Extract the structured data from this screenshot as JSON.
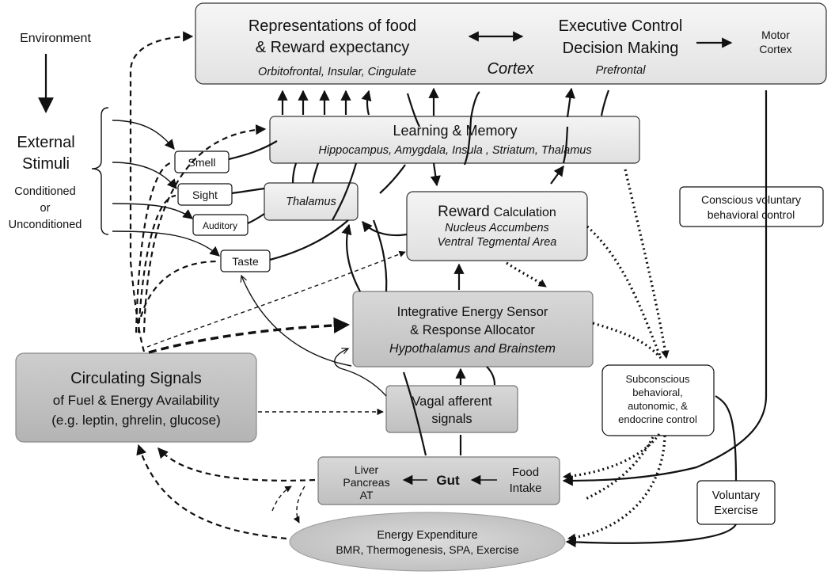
{
  "environment": "Environment",
  "external_stimuli": {
    "title_line1": "External",
    "title_line2": "Stimuli",
    "sub_line1": "Conditioned",
    "sub_line2": "or",
    "sub_line3": "Unconditioned"
  },
  "cortex": {
    "rep_line1": "Representations of food",
    "rep_line2": "& Reward expectancy",
    "rep_regions": "Orbitofrontal, Insular, Cingulate",
    "cortex_label": "Cortex",
    "exec_line1": "Executive Control",
    "exec_line2": "Decision Making",
    "exec_region": "Prefrontal",
    "motor_line1": "Motor",
    "motor_line2": "Cortex"
  },
  "learning": {
    "title": "Learning & Memory",
    "regions": "Hippocampus, Amygdala, Insula , Striatum, Thalamus"
  },
  "senses": {
    "smell": "Smell",
    "sight": "Sight",
    "auditory": "Auditory",
    "taste": "Taste"
  },
  "thalamus": "Thalamus",
  "reward": {
    "title_big": "Reward",
    "title_small": "Calculation",
    "line2": "Nucleus Accumbens",
    "line3": "Ventral Tegmental Area"
  },
  "conscious": {
    "line1": "Conscious voluntary",
    "line2": "behavioral control"
  },
  "integrative": {
    "line1": "Integrative Energy Sensor",
    "line2": "& Response Allocator",
    "line3": "Hypothalamus and Brainstem"
  },
  "circulating": {
    "line1": "Circulating Signals",
    "line2": "of Fuel & Energy Availability",
    "line3": "(e.g. leptin, ghrelin, glucose)"
  },
  "vagal": {
    "line1": "Vagal afferent",
    "line2": "signals"
  },
  "subconscious": {
    "line1": "Subconscious",
    "line2": "behavioral,",
    "line3": "autonomic, &",
    "line4": "endocrine control"
  },
  "gut": {
    "organs_line1": "Liver",
    "organs_line2": "Pancreas",
    "organs_line3": "AT",
    "gut_label": "Gut",
    "food_line1": "Food",
    "food_line2": "Intake"
  },
  "voluntary_exercise": {
    "line1": "Voluntary",
    "line2": "Exercise"
  },
  "energy_expenditure": {
    "line1": "Energy Expenditure",
    "line2": "BMR, Thermogenesis, SPA, Exercise"
  },
  "colors": {
    "box_fill_light": "#ececec",
    "box_fill_mid": "#cccccc",
    "box_fill_dark": "#bdbdbd",
    "line": "#111111",
    "background": "#ffffff"
  }
}
